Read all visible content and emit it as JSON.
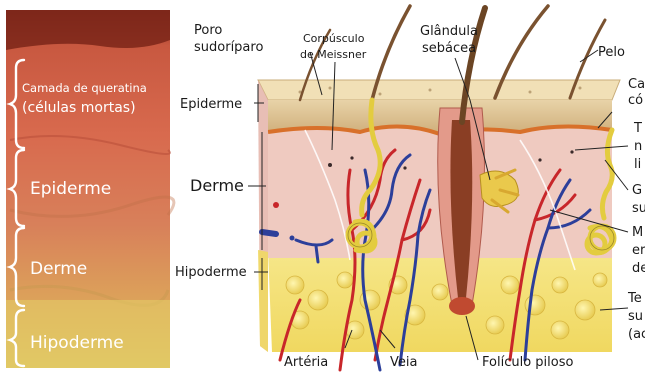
{
  "photo": {
    "labels": {
      "stratum": "Camada de queratina",
      "stratum_note": "(células mortas)",
      "epidermis": "Epiderme",
      "dermis": "Derme",
      "hypodermis": "Hipoderme"
    }
  },
  "diagram": {
    "labels": {
      "sweat_pore_1": "Poro",
      "sweat_pore_2": "sudoríparo",
      "meissner_1": "Corpúsculo",
      "meissner_2": "de Meissner",
      "sebaceous_1": "Glândula",
      "sebaceous_2": "sebácea",
      "hair": "Pelo",
      "epidermis": "Epiderme",
      "dermis": "Derme",
      "hypodermis": "Hipoderme",
      "artery": "Artéria",
      "vein": "Veia",
      "follicle": "Folículo piloso",
      "right_1a": "Ca",
      "right_1b": "có",
      "right_2a": "T",
      "right_2b": "n",
      "right_2c": "li",
      "right_3a": "G",
      "right_3b": "su",
      "right_4a": "M",
      "right_4b": "er",
      "right_4c": "de",
      "right_5a": "Te",
      "right_5b": "su",
      "right_5c": "(ac"
    }
  },
  "colors": {
    "epidermis_top": "#dcc496",
    "dermis": "#efc9c0",
    "hypodermis": "#f4e27a",
    "artery": "#c8262a",
    "vein": "#2c3f9a",
    "hair": "#6b4524",
    "gland": "#e9d255"
  }
}
